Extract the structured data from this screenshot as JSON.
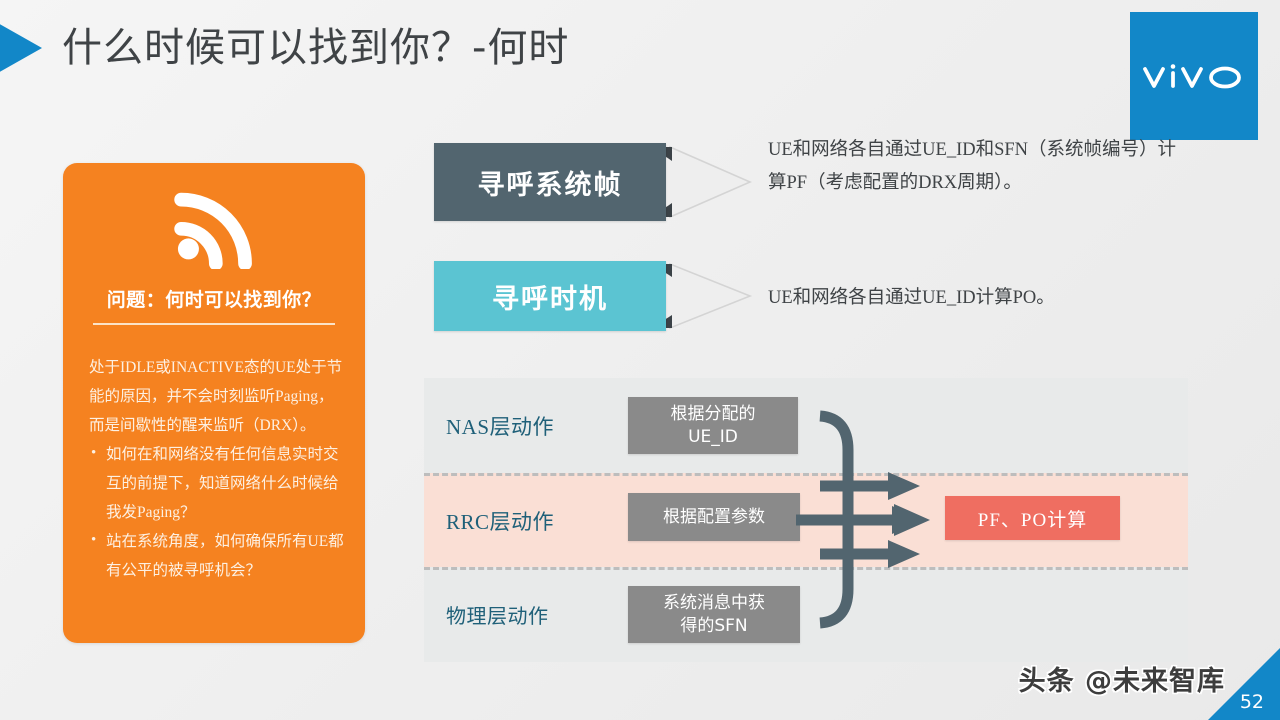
{
  "header": {
    "title": "什么时候可以找到你？-何时",
    "logo_text": "vivo",
    "logo_color": "#1287c8",
    "triangle_icon": "play-triangle-icon"
  },
  "question_panel": {
    "background_color": "#f58220",
    "icon": "rss-signal-icon",
    "heading": "问题：何时可以找到你？",
    "paragraph": "处于IDLE或INACTIVE态的UE处于节能的原因，并不会时刻监听Paging，而是间歇性的醒来监听（DRX）。",
    "bullets": [
      "如何在和网络没有任何信息实时交互的前提下，知道网络什么时候给我发Paging？",
      "站在系统角度，如何确保所有UE都有公平的被寻呼机会？"
    ]
  },
  "banners": [
    {
      "label": "寻呼系统帧",
      "color": "#52656f",
      "description": "UE和网络各自通过UE_ID和SFN（系统帧编号）计算PF（考虑配置的DRX周期）。"
    },
    {
      "label": "寻呼时机",
      "color": "#5bc4d2",
      "description": "UE和网络各自通过UE_ID计算PO。"
    }
  ],
  "diagram": {
    "background_color": "#e8eaea",
    "highlight_band_color": "#fadfd5",
    "layers": [
      {
        "label": "NAS层动作",
        "box": "根据分配的\nUE_ID",
        "box_color": "#8a8a8a"
      },
      {
        "label": "RRC层动作",
        "box": "根据配置参数",
        "box_color": "#8a8a8a"
      },
      {
        "label": "物理层动作",
        "box": "系统消息中获\n得的SFN",
        "box_color": "#8a8a8a"
      }
    ],
    "layer_boxes": [
      {
        "line1": "根据分配的",
        "line2": "UE_ID"
      },
      {
        "line1": "根据配置参数",
        "line2": ""
      },
      {
        "line1": "系统消息中获",
        "line2": "得的SFN"
      }
    ],
    "result": {
      "label": "PF、PO计算",
      "color": "#ef6e61"
    },
    "arrow_color": "#52656f",
    "arrow_count": 3
  },
  "footer": {
    "watermark": "头条 @未来智库",
    "page_number": "52",
    "corner_color": "#1287c8"
  }
}
